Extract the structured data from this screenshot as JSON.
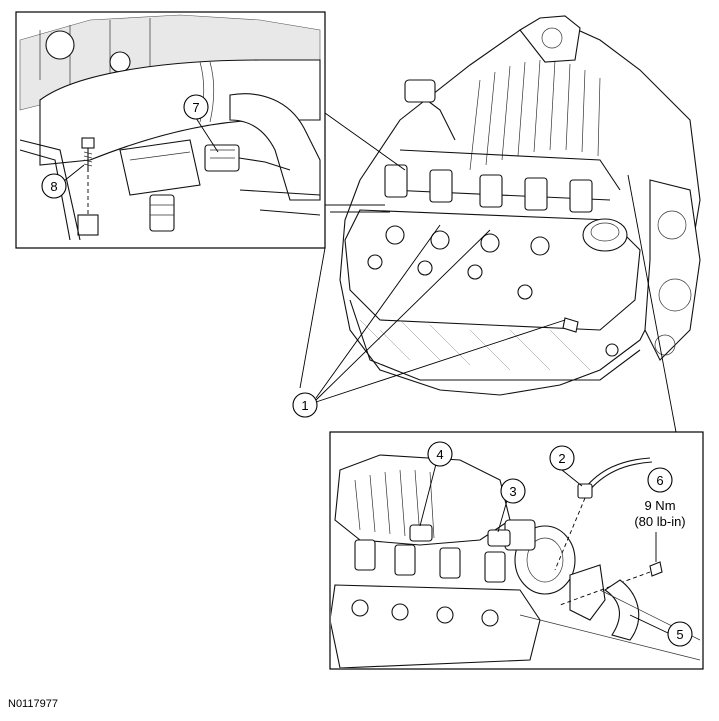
{
  "figure_id": "N0117977",
  "callouts": [
    {
      "number": "1"
    },
    {
      "number": "2"
    },
    {
      "number": "3"
    },
    {
      "number": "4"
    },
    {
      "number": "5"
    },
    {
      "number": "6"
    },
    {
      "number": "7"
    },
    {
      "number": "8"
    }
  ],
  "specs": {
    "torque_nm": "9 Nm",
    "torque_lbin": "(80 lb-in)"
  },
  "colors": {
    "line": "#111111",
    "background": "#ffffff"
  }
}
